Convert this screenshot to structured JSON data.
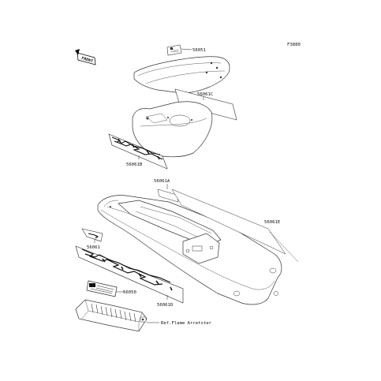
{
  "diagram": {
    "figure_code": "F3880",
    "front_label": "FRONT",
    "parts": [
      {
        "id": "56051",
        "label": "56051"
      },
      {
        "id": "56061C",
        "label": "56061C"
      },
      {
        "id": "56061B",
        "label": "56061B"
      },
      {
        "id": "56061A",
        "label": "56061A"
      },
      {
        "id": "56061E",
        "label": "56061E"
      },
      {
        "id": "56061",
        "label": "56061"
      },
      {
        "id": "56050",
        "label": "56050"
      },
      {
        "id": "56061D",
        "label": "56061D"
      },
      {
        "id": "ref-flame-arrestor",
        "label": "Ref.Flame Arretster"
      }
    ]
  }
}
